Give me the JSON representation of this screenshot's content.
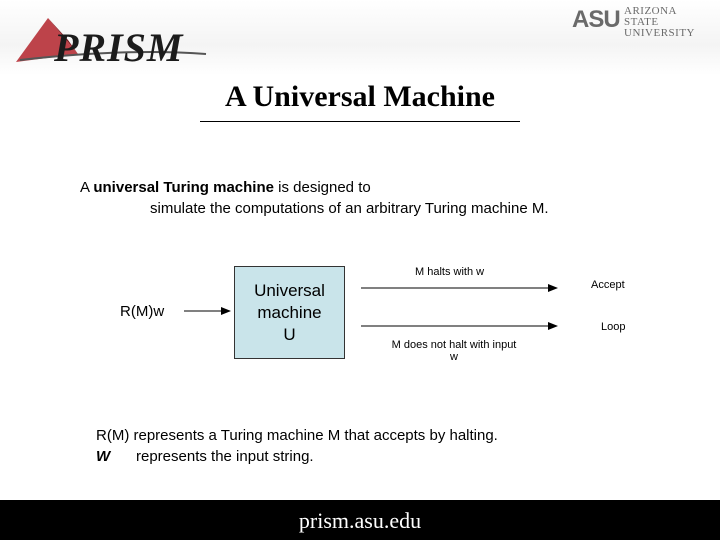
{
  "header": {
    "logo_text": "PRISM",
    "asu_mark": "ASU",
    "asu_line1": "ARIZONA STATE",
    "asu_line2": "UNIVERSITY"
  },
  "slide": {
    "title": "A Universal Machine",
    "intro_part1": "A ",
    "intro_bold": "universal Turing machine",
    "intro_part2": " is designed to",
    "intro_line2": "simulate the computations of an arbitrary Turing machine M."
  },
  "diagram": {
    "input_label": "R(M)w",
    "machine_line1": "Universal",
    "machine_line2": "machine",
    "machine_line3": "U",
    "halts_label": "M  halts with w",
    "not_halt_line1": "M does not halt with input",
    "not_halt_line2": "w",
    "accept_label": "Accept",
    "loop_label": "Loop"
  },
  "footnote": {
    "line1_term": "R(M)",
    "line1_text": " represents a Turing machine M that accepts by halting.",
    "line2_term": "W",
    "line2_text": "represents the input string."
  },
  "footer": {
    "url": "prism.asu.edu"
  },
  "colors": {
    "machine_fill": "#c9e4ea",
    "footer_bg": "#000000",
    "logo_red": "#b3232b"
  }
}
